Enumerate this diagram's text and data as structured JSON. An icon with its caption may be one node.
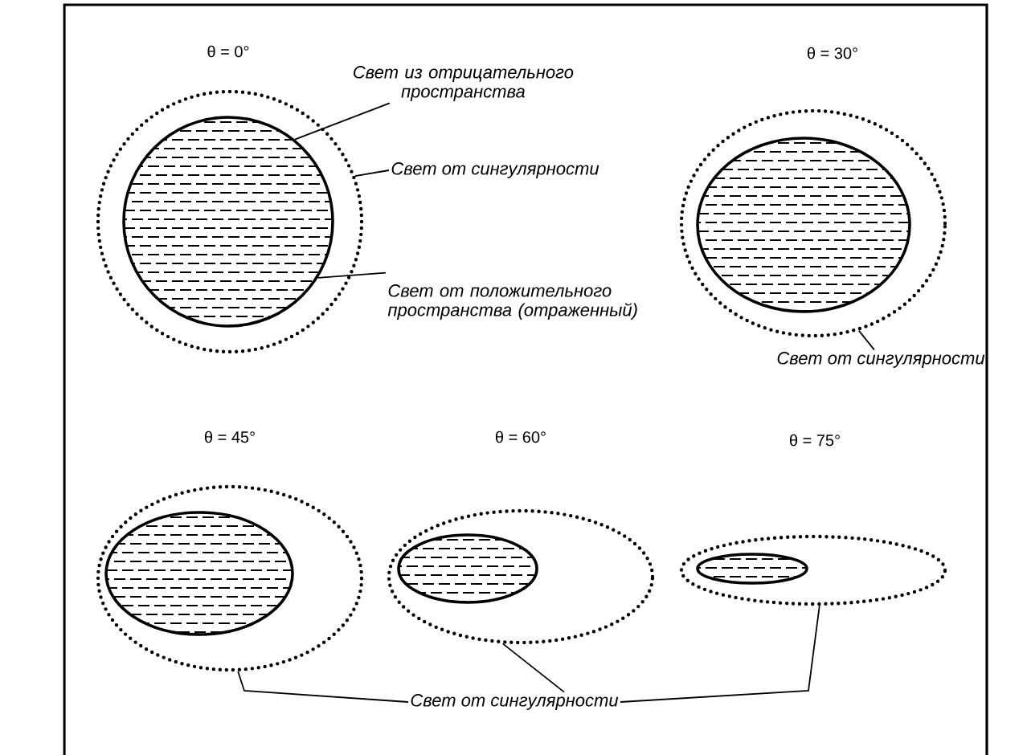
{
  "diagram": {
    "nodes": [
      {
        "text": [],
        "shape": "ellipse"
      },
      {
        "text": [],
        "shape": "ellipse",
        "in": 0
      },
      {
        "text": [
          "Свет из отрицательного пространства"
        ]
      },
      {
        "text": [
          "Свет от сингулярности"
        ]
      },
      {
        "text": [
          "Свет от положительного пространства (отраженный)"
        ]
      },
      {
        "text": [],
        "shape": "ellipse"
      },
      {
        "text": [],
        "shape": "ellipse",
        "in": 5
      },
      {
        "text": [
          "Свет от сингулярности"
        ]
      },
      {
        "text": [],
        "shape": "ellipse"
      },
      {
        "text": [],
        "shape": "ellipse",
        "in": 8
      },
      {
        "text": [],
        "shape": "ellipse"
      },
      {
        "text": [],
        "shape": "ellipse",
        "in": 10
      },
      {
        "text": [],
        "shape": "ellipse"
      },
      {
        "text": [],
        "shape": "ellipse",
        "in": 12
      },
      {
        "text": [
          "Свет от сингулярности"
        ]
      }
    ],
    "edges": [
      {
        "from": 2,
        "to": 1,
        "arrow": "none"
      },
      {
        "from": 3,
        "to": 0,
        "arrow": "none"
      },
      {
        "from": 4,
        "to": 1,
        "arrow": "none"
      },
      {
        "from": 7,
        "to": 5,
        "arrow": "none"
      },
      {
        "from": 14,
        "to": 8,
        "arrow": "none"
      },
      {
        "from": 14,
        "to": 10,
        "arrow": "none"
      },
      {
        "from": 14,
        "to": 12,
        "arrow": "none"
      }
    ],
    "labels": [
      "θ = 0°",
      "θ = 30°",
      "θ = 45°",
      "θ = 60°",
      "θ = 75°"
    ]
  }
}
